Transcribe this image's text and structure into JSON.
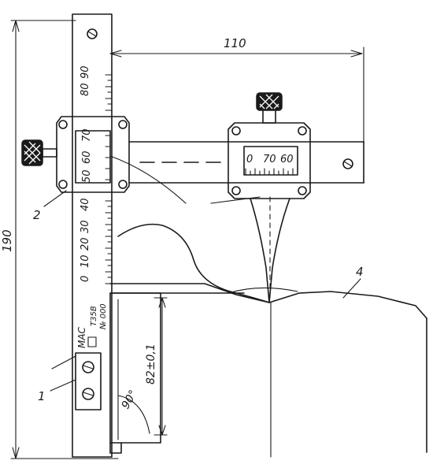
{
  "dimensions": {
    "width_label": "110",
    "height_label": "190",
    "depth_label": "82±0,1",
    "angle_label": "90°"
  },
  "callouts": {
    "c1": "1",
    "c2": "2",
    "c4": "4"
  },
  "vertical_scale": {
    "labels": [
      "0",
      "10",
      "20",
      "30",
      "40",
      "50",
      "60",
      "70",
      "80",
      "90"
    ]
  },
  "dial": {
    "labels": [
      "0",
      "70",
      "60"
    ]
  },
  "plate": {
    "brand": "МАС",
    "model": "Т35В",
    "serial": "№ 000"
  }
}
